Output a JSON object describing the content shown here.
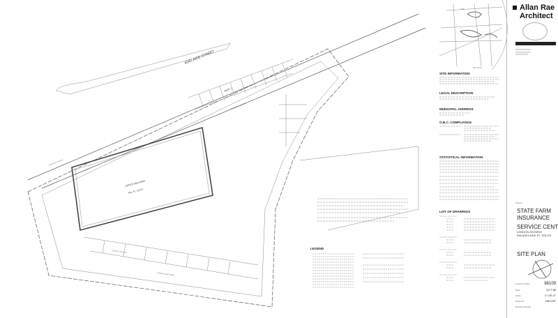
{
  "plan": {
    "street": "ADELAIDE STREET",
    "part_label": "PART 2",
    "building_name": "OFFICE BUILDING",
    "building_elev": "FIN. FL. ELEV.",
    "paving_label": "ASPHALT PAVING",
    "landscape_label": "LANDSCAPED AREA",
    "key_plan_label": "KEY PLAN",
    "site_label": "SITE",
    "legend_title": "LEGEND"
  },
  "notes": {
    "site_information": "SITE INFORMATION",
    "legal_description": "LEGAL DESCRIPTION",
    "municipal_address": "MUNICIPAL ADDRESS",
    "obc_compliance": "O.B.C. COMPLIANCE",
    "statistical_information": "STATISTICAL INFORMATION",
    "list_of_drawings": "LIST OF DRAWINGS"
  },
  "title_block": {
    "firm_line1": "Allan Rae",
    "firm_line2": "Architect",
    "project_label": "Project",
    "project_line1": "STATE FARM",
    "project_line2": "INSURANCE",
    "project_line3": "SERVICE CENTRE",
    "project_line4": "LONDON ONTARIO",
    "project_line5": "998 ADELAIDE ST. SOUTH",
    "drawing_title": "SITE PLAN",
    "project_number_label": "Project Number",
    "project_number": "88109",
    "date_label": "Date",
    "date": "OCT 88",
    "scale_label": "Scale",
    "scale": "1\"=20'-0\"",
    "drawn_label": "Drawn by",
    "drawn": "LMC/GP",
    "drawing_number_label": "Drawing Number"
  }
}
